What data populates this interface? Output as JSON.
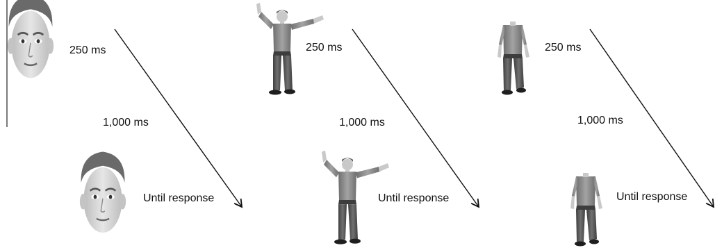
{
  "panels": [
    {
      "stimulus": "face",
      "first_duration": "250 ms",
      "interval": "1,000 ms",
      "second_duration": "Until response"
    },
    {
      "stimulus": "body-with-head",
      "first_duration": "250 ms",
      "interval": "1,000 ms",
      "second_duration": "Until response"
    },
    {
      "stimulus": "headless-body",
      "first_duration": "250 ms",
      "interval": "1,000 ms",
      "second_duration": "Until response"
    }
  ],
  "colors": {
    "arrow": "#111111",
    "skin": "#cfcfcf",
    "hair": "#6a6a6a",
    "shirt": "#8c8c8c",
    "jeans": "#555555"
  }
}
